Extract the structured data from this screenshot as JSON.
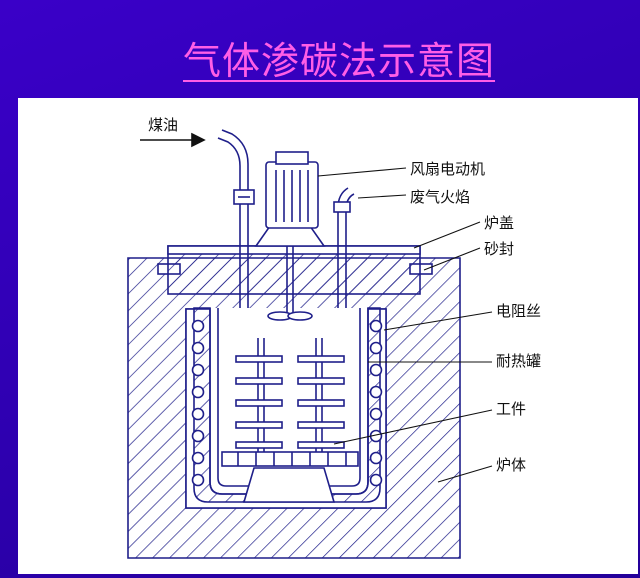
{
  "title": "气体渗碳法示意图",
  "labels": {
    "kerosene": "煤油",
    "fan_motor": "风扇电动机",
    "exhaust_flame": "废气火焰",
    "furnace_lid": "炉盖",
    "sand_seal": "砂封",
    "resistance_wire": "电阻丝",
    "retort": "耐热罐",
    "workpiece": "工件",
    "furnace_body": "炉体"
  },
  "colors": {
    "background": "#2e00b0",
    "title": "#ff5ee6",
    "line": "#1f1f8a",
    "panel": "#ffffff"
  }
}
